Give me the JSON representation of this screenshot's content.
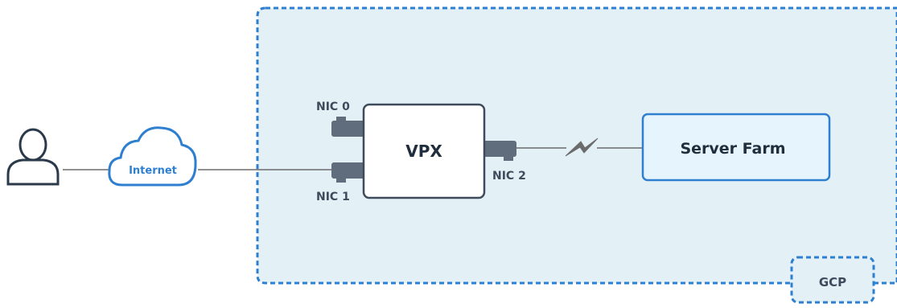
{
  "diagram": {
    "colors": {
      "accent_blue": "#2f7fd0",
      "region_fill": "#e3f0f6",
      "farm_fill": "#e6f5fd",
      "line": "#6b6b6b",
      "port": "#5f6d7c",
      "text_dark": "#1f2d3d"
    },
    "icons": {
      "user": "user-icon",
      "cloud": "cloud-icon",
      "link": "lightning-link-icon"
    },
    "labels": {
      "internet": "Internet",
      "vpx": "VPX",
      "nic0": "NIC 0",
      "nic1": "NIC 1",
      "nic2": "NIC 2",
      "server_farm": "Server Farm",
      "gcp": "GCP"
    }
  }
}
